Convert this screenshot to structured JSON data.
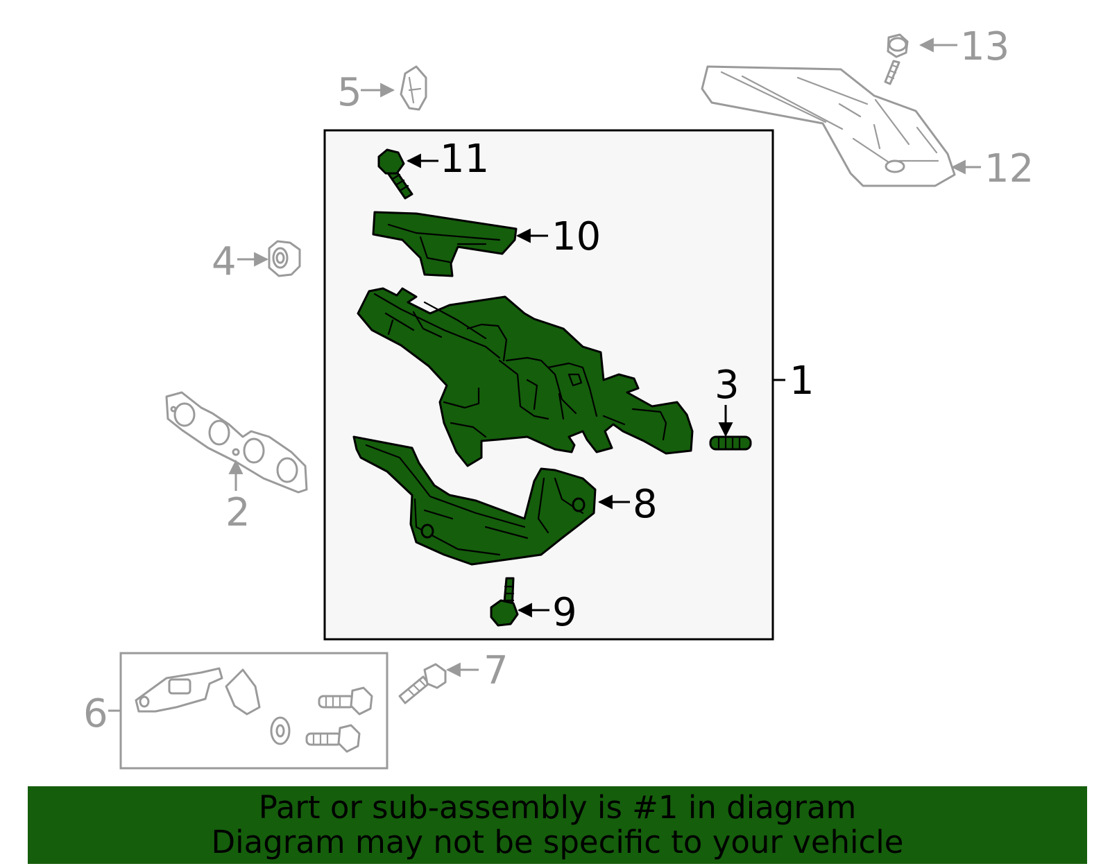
{
  "colors": {
    "highlight_fill": "#155e0c",
    "inactive_stroke": "#9a9a9a",
    "box_fill": "#f7f7f7",
    "banner_bg": "#155e0c"
  },
  "callouts": {
    "c1": "1",
    "c2": "2",
    "c3": "3",
    "c4": "4",
    "c5": "5",
    "c6": "6",
    "c7": "7",
    "c8": "8",
    "c9": "9",
    "c10": "10",
    "c11": "11",
    "c12": "12",
    "c13": "13"
  },
  "banner": {
    "line1": "Part or sub-assembly is #1 in diagram",
    "line2": "Diagram may not be specific to your vehicle"
  }
}
